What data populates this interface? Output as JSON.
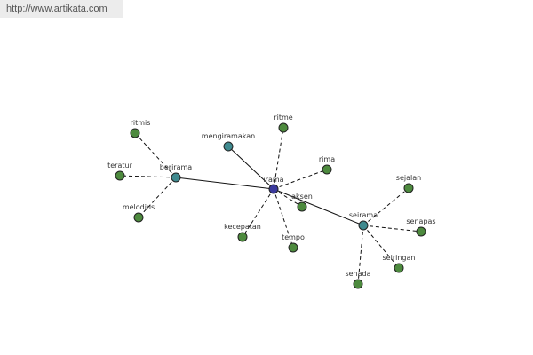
{
  "header": {
    "url": "http://www.artikata.com"
  },
  "colors": {
    "center": "#3b3a9c",
    "hub": "#3f8a8f",
    "leaf": "#4d8a3e",
    "node_stroke": "#222222",
    "background": "#ffffff"
  },
  "nodes": [
    {
      "id": "irama",
      "label": "irama",
      "kind": "center"
    },
    {
      "id": "berirama",
      "label": "berirama",
      "kind": "hub"
    },
    {
      "id": "seirama",
      "label": "seirama",
      "kind": "hub"
    },
    {
      "id": "mengiramakan",
      "label": "mengiramakan",
      "kind": "hub"
    },
    {
      "id": "ritmis",
      "label": "ritmis",
      "kind": "leaf"
    },
    {
      "id": "teratur",
      "label": "teratur",
      "kind": "leaf"
    },
    {
      "id": "melodius",
      "label": "melodius",
      "kind": "leaf"
    },
    {
      "id": "ritme",
      "label": "ritme",
      "kind": "leaf"
    },
    {
      "id": "rima",
      "label": "rima",
      "kind": "leaf"
    },
    {
      "id": "aksen",
      "label": "aksen",
      "kind": "leaf"
    },
    {
      "id": "tempo",
      "label": "tempo",
      "kind": "leaf"
    },
    {
      "id": "kecepatan",
      "label": "kecepatan",
      "kind": "leaf"
    },
    {
      "id": "sejalan",
      "label": "sejalan",
      "kind": "leaf"
    },
    {
      "id": "senapas",
      "label": "senapas",
      "kind": "leaf"
    },
    {
      "id": "seiringan",
      "label": "seiringan",
      "kind": "leaf"
    },
    {
      "id": "senada",
      "label": "senada",
      "kind": "leaf"
    }
  ],
  "edges": [
    {
      "from": "irama",
      "to": "berirama",
      "style": "solid"
    },
    {
      "from": "irama",
      "to": "seirama",
      "style": "solid"
    },
    {
      "from": "irama",
      "to": "mengiramakan",
      "style": "solid"
    },
    {
      "from": "irama",
      "to": "ritme",
      "style": "dashed"
    },
    {
      "from": "irama",
      "to": "rima",
      "style": "dashed"
    },
    {
      "from": "irama",
      "to": "aksen",
      "style": "dashed"
    },
    {
      "from": "irama",
      "to": "tempo",
      "style": "dashed"
    },
    {
      "from": "irama",
      "to": "kecepatan",
      "style": "dashed"
    },
    {
      "from": "berirama",
      "to": "ritmis",
      "style": "dashed"
    },
    {
      "from": "berirama",
      "to": "teratur",
      "style": "dashed"
    },
    {
      "from": "berirama",
      "to": "melodius",
      "style": "dashed"
    },
    {
      "from": "seirama",
      "to": "sejalan",
      "style": "dashed"
    },
    {
      "from": "seirama",
      "to": "senapas",
      "style": "dashed"
    },
    {
      "from": "seirama",
      "to": "seiringan",
      "style": "dashed"
    },
    {
      "from": "seirama",
      "to": "senada",
      "style": "dashed"
    }
  ]
}
